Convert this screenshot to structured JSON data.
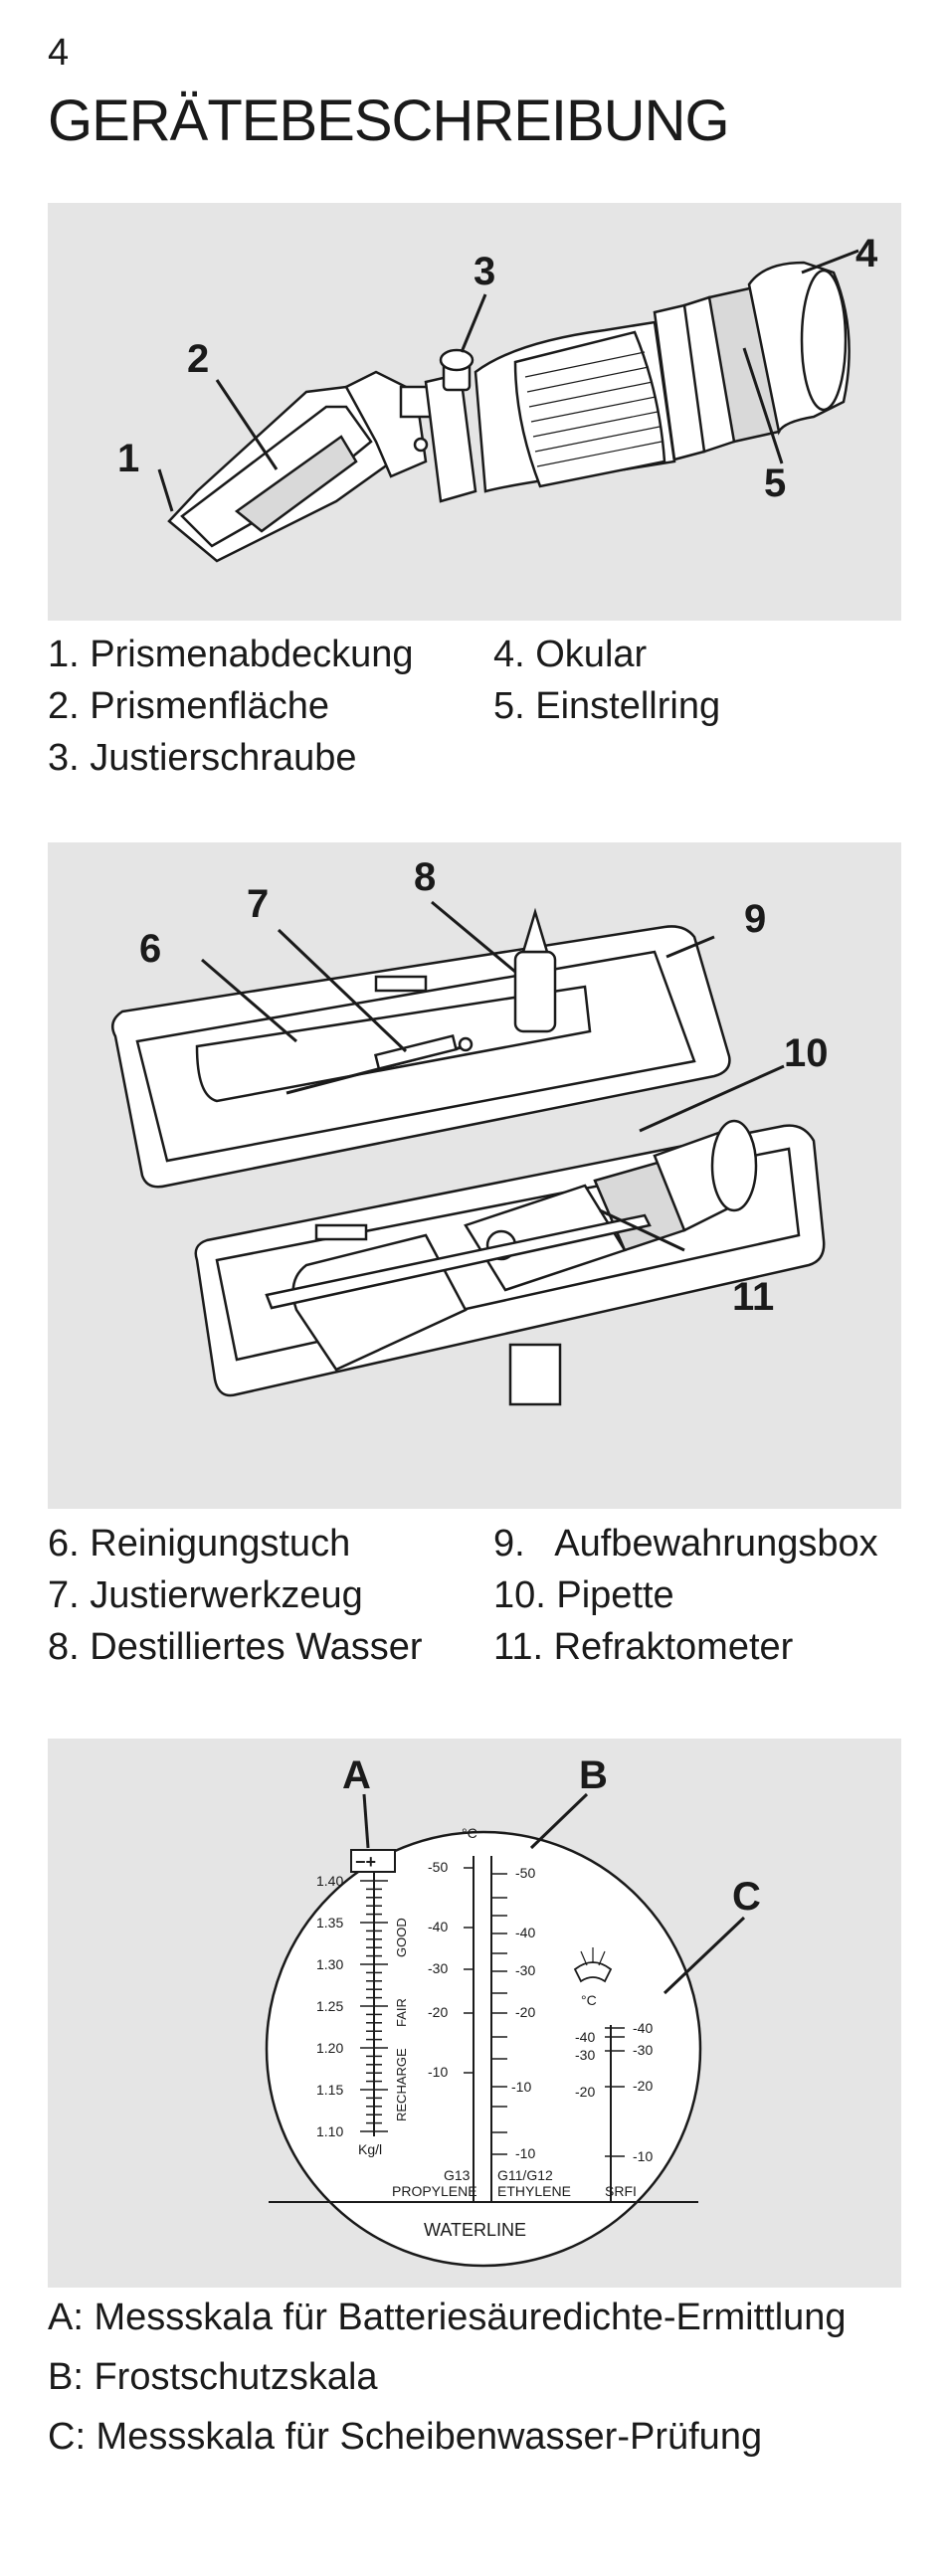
{
  "header": {
    "page_number": "4",
    "title": "GERÄTEBESCHREIBUNG"
  },
  "figure1": {
    "callouts": [
      "1",
      "2",
      "3",
      "4",
      "5"
    ],
    "legend_left": [
      "1. Prismenabdeckung",
      "2. Prismenfläche",
      "3. Justierschraube"
    ],
    "legend_right": [
      "4. Okular",
      "5. Einstellring"
    ]
  },
  "figure2": {
    "callouts": [
      "6",
      "7",
      "8",
      "9",
      "10",
      "11"
    ],
    "legend_left": [
      "6. Reinigungstuch",
      "7. Justierwerkzeug",
      "8. Destilliertes Wasser"
    ],
    "legend_right": [
      "9.   Aufbewahrungsbox",
      "10. Pipette",
      "11. Refraktometer"
    ]
  },
  "figure3": {
    "callouts": [
      "A",
      "B",
      "C"
    ],
    "scale_a": {
      "symbol": "−+",
      "ticks": [
        "1.40",
        "1.35",
        "1.30",
        "1.25",
        "1.20",
        "1.15",
        "1.10"
      ],
      "unit": "Kg/l",
      "zones": [
        "GOOD",
        "FAIR",
        "RECHARGE"
      ]
    },
    "scale_b": {
      "unit": "°C",
      "left_ticks": [
        "-50",
        "-40",
        "-30",
        "-20",
        "-10"
      ],
      "right_ticks": [
        "-50",
        "-40",
        "-30",
        "-20",
        "-10",
        "-10"
      ],
      "label_g13": "G13",
      "label_propylene": "PROPYLENE",
      "label_g11": "G11/G12",
      "label_ethylene": "ETHYLENE"
    },
    "scale_c": {
      "unit": "°C",
      "left_ticks": [
        "-40",
        "-30",
        "-20"
      ],
      "right_ticks": [
        "-40",
        "-30",
        "-20",
        "-10"
      ],
      "label": "SRFI"
    },
    "waterline": "WATERLINE"
  },
  "legend_abc": [
    "A: Messskala für Batteriesäuredichte-Ermittlung",
    "B: Frostschutzskala",
    "C: Messskala für Scheibenwasser-Prüfung"
  ]
}
